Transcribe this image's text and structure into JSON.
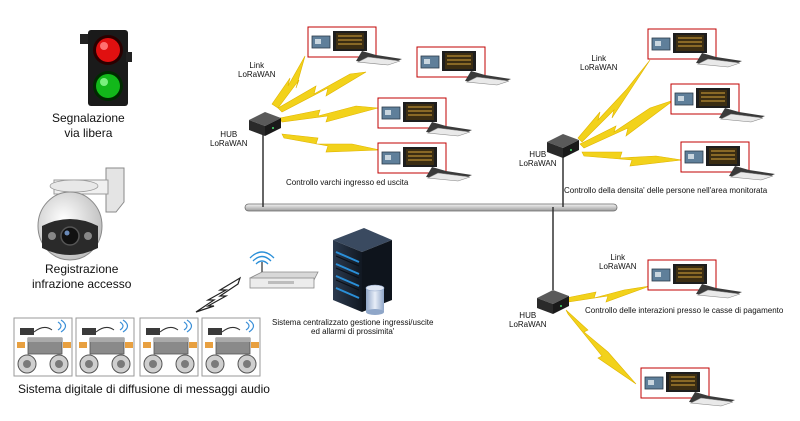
{
  "labels": {
    "traffic_light": [
      "Segnalazione",
      "via libera"
    ],
    "camera": [
      "Registrazione",
      "infrazione accesso"
    ],
    "audio_system": "Sistema digitale di diffusione di messaggi audio",
    "server": [
      "Sistema centralizzato gestione ingressi/uscite",
      "ed allarmi di prossimita'"
    ],
    "hub": [
      "HUB",
      "LoRaWAN"
    ],
    "link": [
      "Link",
      "LoRaWAN"
    ],
    "zone_gates": "Controllo varchi ingresso ed uscita",
    "zone_density": "Controllo  della densita' delle persone nell'area monitorata",
    "zone_checkout": "Controllo delle interazioni presso le casse di pagamento"
  },
  "colors": {
    "bus": "#dcdcdc",
    "bolt": "#f2d21b",
    "bolt_edge": "#e0b400",
    "device_frame": "#c00000",
    "hub_body": "#3a3a3a",
    "server_body": "#1f2a3a",
    "server_led": "#2a8fd8",
    "light_red": "#e01010",
    "light_green": "#12b81a"
  },
  "icons": [
    "traffic-light-icon",
    "ptz-camera-icon",
    "server-rack-icon",
    "database-icon",
    "wifi-router-icon",
    "wifi-signal-icon",
    "lorawan-hub-icon",
    "sensor-board-icon",
    "lightning-link-icon",
    "speaker-icon",
    "amplifier-icon"
  ]
}
